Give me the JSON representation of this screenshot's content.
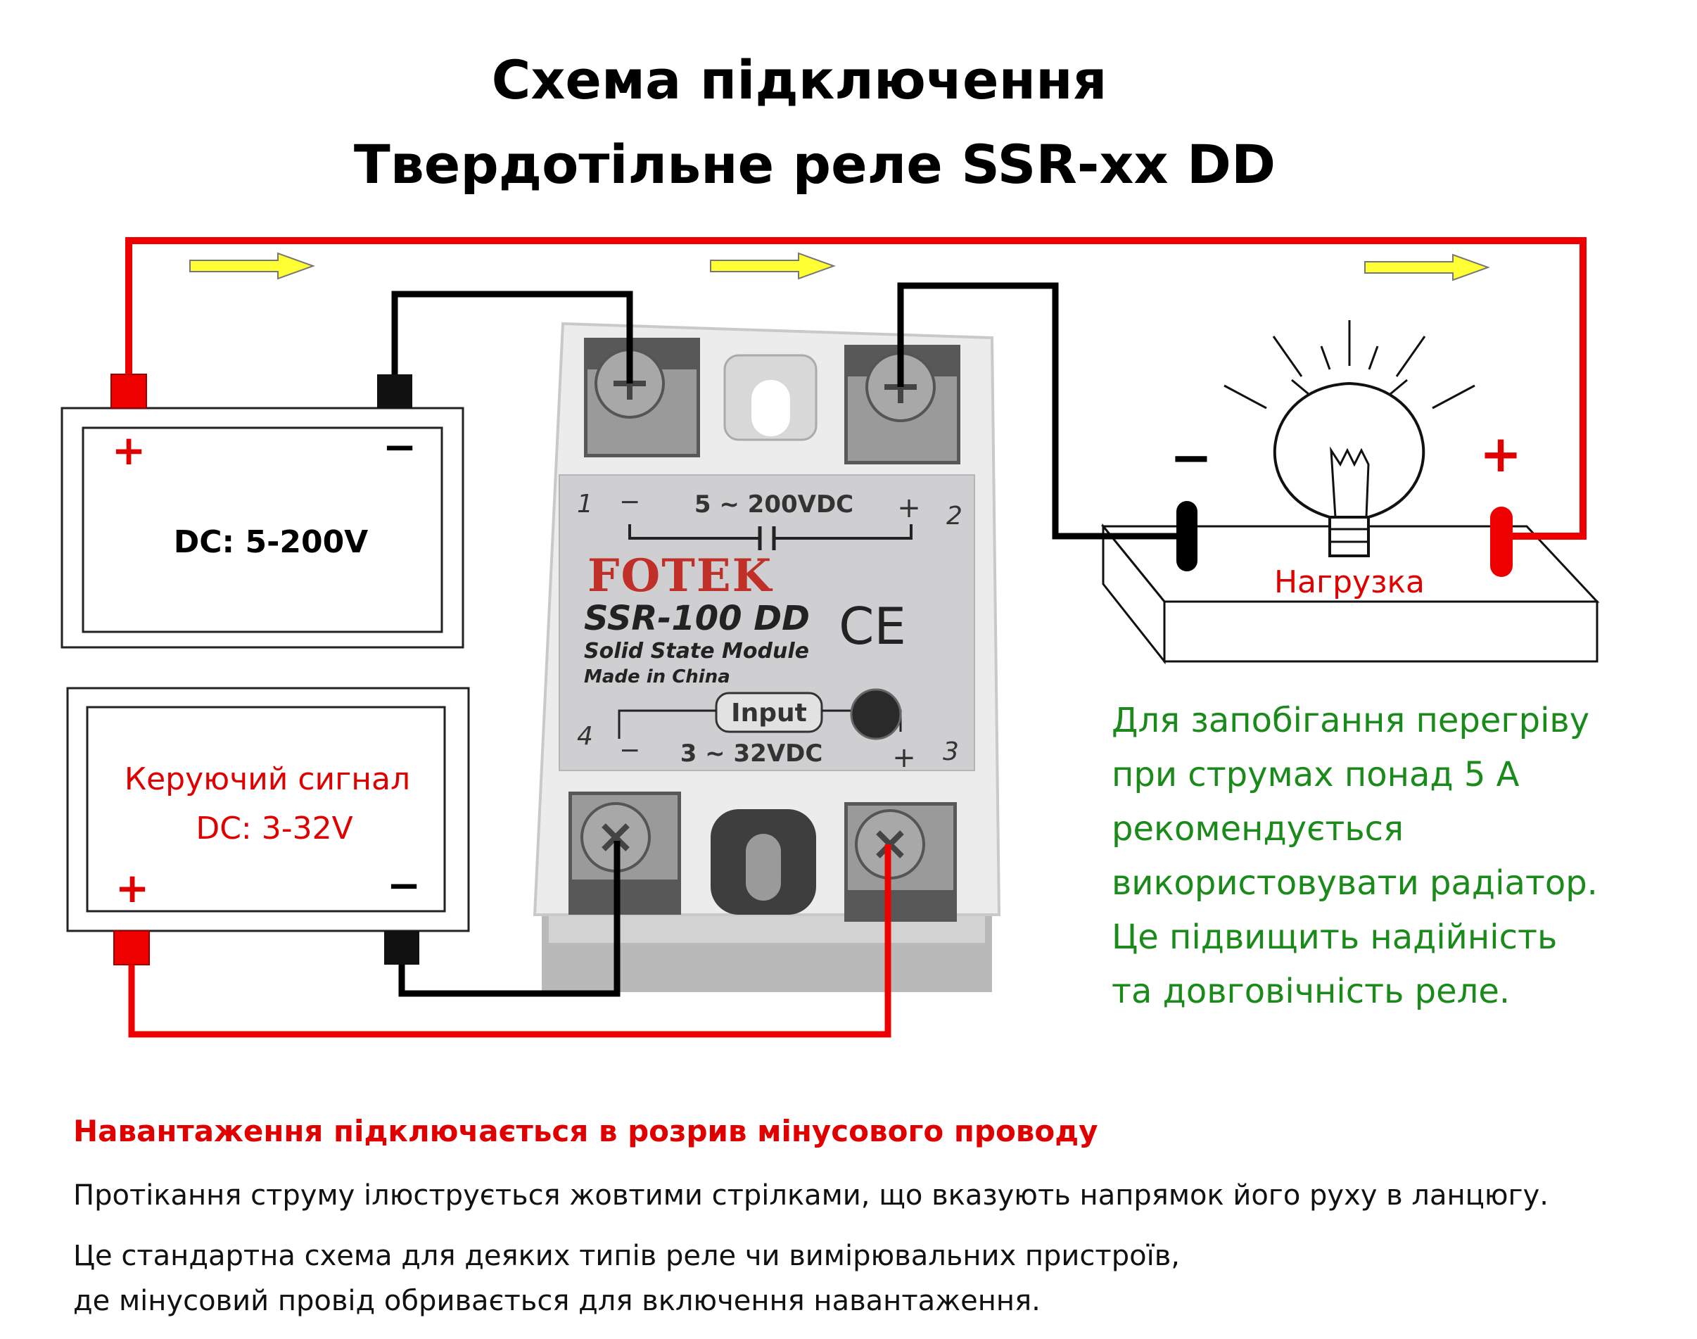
{
  "title": {
    "line1": "Схема підключення",
    "line2": "Твердотільне реле SSR-xx DD"
  },
  "power_source": {
    "plus": "+",
    "minus": "−",
    "label": "DC: 5-200V"
  },
  "control_source": {
    "line1": "Керуючий сигнал",
    "line2": "DC: 3-32V",
    "plus": "+",
    "minus": "−"
  },
  "relay": {
    "brand": "FOTEK",
    "model": "SSR-100 DD",
    "subtitle": "Solid State Module",
    "made_in": "Made in China",
    "output_range": "5 ~ 200VDC",
    "input_label": "Input",
    "input_range": "3 ~ 32VDC",
    "ce_mark": "CE",
    "terminal_1": "1",
    "terminal_2": "2",
    "terminal_3": "3",
    "terminal_4": "4",
    "t1_sign": "−",
    "t2_sign": "+",
    "t3_sign": "+",
    "t4_sign": "−"
  },
  "load": {
    "label": "Нагрузка",
    "minus": "−",
    "plus": "+"
  },
  "note": {
    "lines": [
      "Для запобігання перегріву",
      "при струмах понад 5 А",
      "рекомендується",
      "використовувати радіатор.",
      "Це підвищить надійність",
      "та довговічність реле."
    ]
  },
  "footer": {
    "highlight": "Навантаження підключається в розрив мінусового проводу",
    "line1": "Протікання струму ілюструється жовтими стрілками, що вказують напрямок його руху в ланцюгу.",
    "line2": "Це стандартна схема для деяких типів реле чи вимірювальних пристроїв,",
    "line3": "де мінусовий провід обривається для включення навантаження."
  },
  "colors": {
    "wire_red": "#ee0000",
    "wire_black": "#000000",
    "arrow_yellow": "#ffff33",
    "note_green": "#1a8a1a",
    "relay_body": "#e8e8e8"
  }
}
